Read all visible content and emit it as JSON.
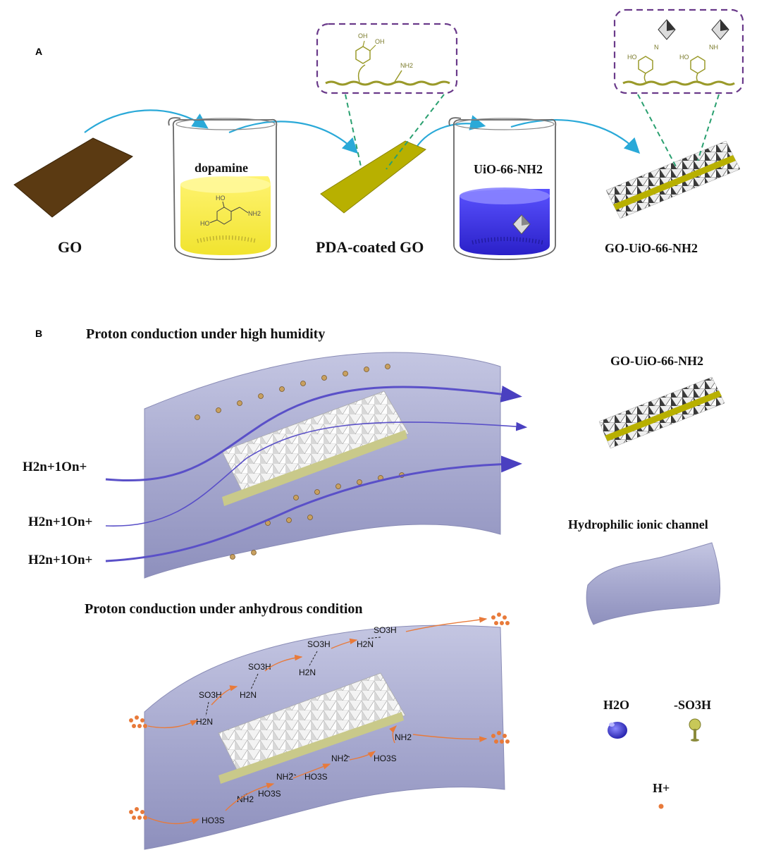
{
  "panel_a": {
    "letter": "A",
    "go_label": "GO",
    "dopamine_label": "dopamine",
    "pda_label": "PDA-coated GO",
    "uio_label": "UiO-66-NH2",
    "product_label": "GO-UiO-66-NH2",
    "inset1": {
      "oh1": "OH",
      "oh2": "OH",
      "nh2": "NH2"
    },
    "inset2": {
      "ho1": "HO",
      "n": "N",
      "ho2": "HO",
      "nh": "NH"
    },
    "dopamine_molecule": {
      "oh1": "HO",
      "oh2": "HO",
      "nh2": "NH2"
    }
  },
  "panel_b": {
    "letter": "B",
    "humid_title": "Proton conduction under high humidity",
    "anhydrous_title": "Proton conduction under anhydrous condition",
    "ion_labels": [
      "H2n+1On+",
      "H2n+1On+",
      "H2n+1On+"
    ],
    "groups": {
      "so3h": "SO3H",
      "h2n": "H2N",
      "nh2": "NH2",
      "ho3s": "HO3S"
    }
  },
  "legend": {
    "go_uio_label": "GO-UiO-66-NH2",
    "channel_label": "Hydrophilic ionic channel",
    "h2o_label": "H2O",
    "so3h_label": "-SO3H",
    "hplus_label": "H+"
  },
  "colors": {
    "go_sheet": "#5b3a12",
    "pda_sheet": "#b8b000",
    "dopamine_solution": "#f5ef3a",
    "uio_solution": "#3a32e0",
    "arrow_cyan": "#2aa9d8",
    "channel": "#a9abcf",
    "ion_arrow": "#5a50c8",
    "proton_arrow": "#e87a3a",
    "inset_border": "#6a3a8a",
    "dash_green": "#2aa070"
  }
}
